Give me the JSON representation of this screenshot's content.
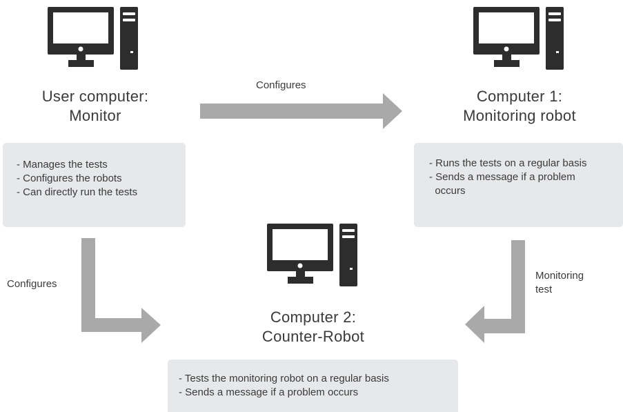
{
  "nodes": {
    "user": {
      "title_line1": "User computer:",
      "title_line2": "Monitor",
      "items": [
        "- Manages the tests",
        "- Configures the robots",
        "- Can directly run the tests"
      ]
    },
    "computer1": {
      "title_line1": "Computer 1:",
      "title_line2": "Monitoring robot",
      "items": [
        "- Runs the tests on a regular basis",
        "- Sends a message if a problem",
        "  occurs"
      ]
    },
    "computer2": {
      "title_line1": "Computer 2:",
      "title_line2": "Counter-Robot",
      "items": [
        "- Tests the monitoring robot on a regular basis",
        "- Sends a message if a problem occurs"
      ]
    }
  },
  "edges": {
    "user_to_computer1": "Configures",
    "user_to_computer2": "Configures",
    "computer1_to_computer2_line1": "Monitoring",
    "computer1_to_computer2_line2": "test"
  },
  "colors": {
    "icon": "#2d2d2d",
    "arrow": "#a9a9a9",
    "box": "#e7e8ea"
  },
  "icons": [
    "desktop-computer-icon",
    "desktop-computer-icon",
    "desktop-computer-icon"
  ]
}
